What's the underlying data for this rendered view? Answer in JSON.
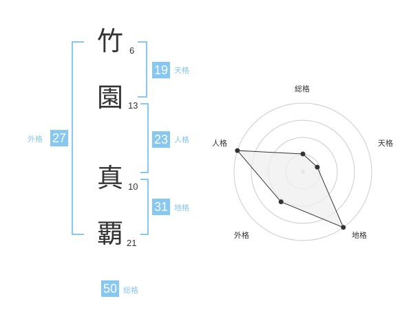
{
  "name": {
    "chars": [
      {
        "char": "竹",
        "strokes": "6"
      },
      {
        "char": "園",
        "strokes": "13"
      },
      {
        "char": "真",
        "strokes": "10"
      },
      {
        "char": "覇",
        "strokes": "21"
      }
    ]
  },
  "kaku": {
    "tenkaku": {
      "value": "19",
      "label": "天格"
    },
    "jinkaku": {
      "value": "23",
      "label": "人格"
    },
    "chikaku": {
      "value": "31",
      "label": "地格"
    },
    "gaikaku": {
      "value": "27",
      "label": "外格"
    },
    "soukaku": {
      "value": "50",
      "label": "総格"
    }
  },
  "chart_data": {
    "type": "radar",
    "axes": [
      "総格",
      "天格",
      "地格",
      "外格",
      "人格"
    ],
    "values": [
      0.26,
      0.22,
      1.0,
      0.54,
      1.0
    ],
    "rings": 4,
    "colors": {
      "fill": "#efefef",
      "line": "#333333",
      "ring": "#cccccc",
      "accent": "#86c8f2"
    }
  }
}
